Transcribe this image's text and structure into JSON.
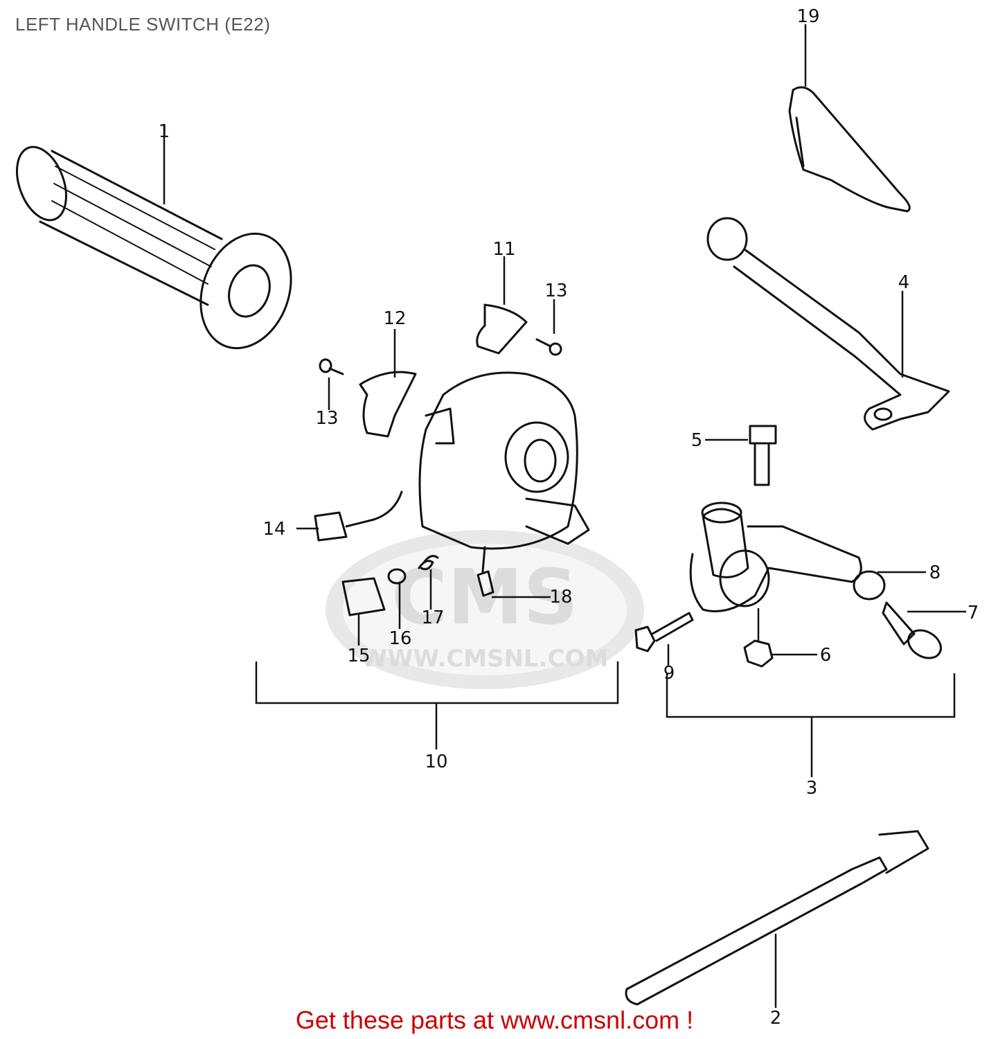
{
  "title": "LEFT HANDLE SWITCH (E22)",
  "footer": "Get these parts at www.cmsnl.com !",
  "watermark": {
    "brand": "CMS",
    "url": "WWW.CMSNL.COM"
  },
  "callouts": {
    "c1": "1",
    "c2": "2",
    "c3": "3",
    "c4": "4",
    "c5": "5",
    "c6": "6",
    "c7": "7",
    "c8": "8",
    "c9": "9",
    "c10": "10",
    "c11": "11",
    "c12": "12",
    "c13a": "13",
    "c13b": "13",
    "c14": "14",
    "c15": "15",
    "c16": "16",
    "c17": "17",
    "c18": "18",
    "c19": "19"
  },
  "colors": {
    "footer": "#cc0000",
    "title": "#555555",
    "watermark": "#d9d9d9"
  }
}
